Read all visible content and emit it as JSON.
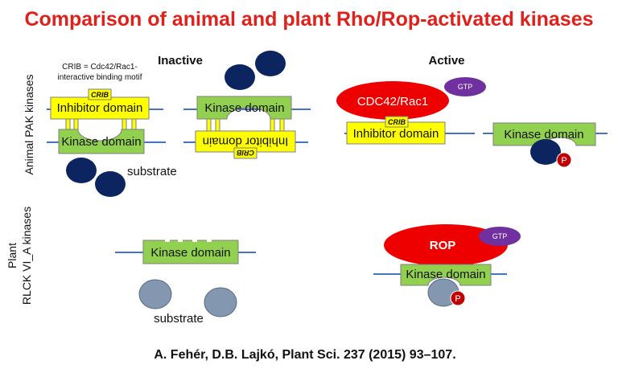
{
  "title": "Comparison of animal and plant Rho/Rop-activated kinases",
  "headers": {
    "inactive": "Inactive",
    "active": "Active"
  },
  "row_labels": {
    "animal": "Animal PAK kinases",
    "plant_line1": "Plant",
    "plant_line2": "RLCK VI_A kinases"
  },
  "crib_note": {
    "line1": "CRIB = Cdc42/Rac1-",
    "line2": "interactive binding motif"
  },
  "domains": {
    "inhibitor": "Inhibitor domain",
    "kinase": "Kinase domain",
    "crib": "CRIB"
  },
  "gtpases": {
    "animal": "CDC42/Rac1",
    "plant": "ROP",
    "gtp": "GTP"
  },
  "labels": {
    "substrate": "substrate",
    "phospho": "P"
  },
  "citation": "A. Fehér, D.B. Lajkó, Plant Sci. 237 (2015) 93–107.",
  "colors": {
    "title": "#e0201b",
    "inhibitor": "#ffff00",
    "kinase": "#92d050",
    "line": "#4472c4",
    "animal_substrate": "#0c2561",
    "plant_substrate": "#8497b0",
    "gtpase": "#ee0000",
    "gtp": "#7030a0",
    "phospho": "#c00000"
  }
}
